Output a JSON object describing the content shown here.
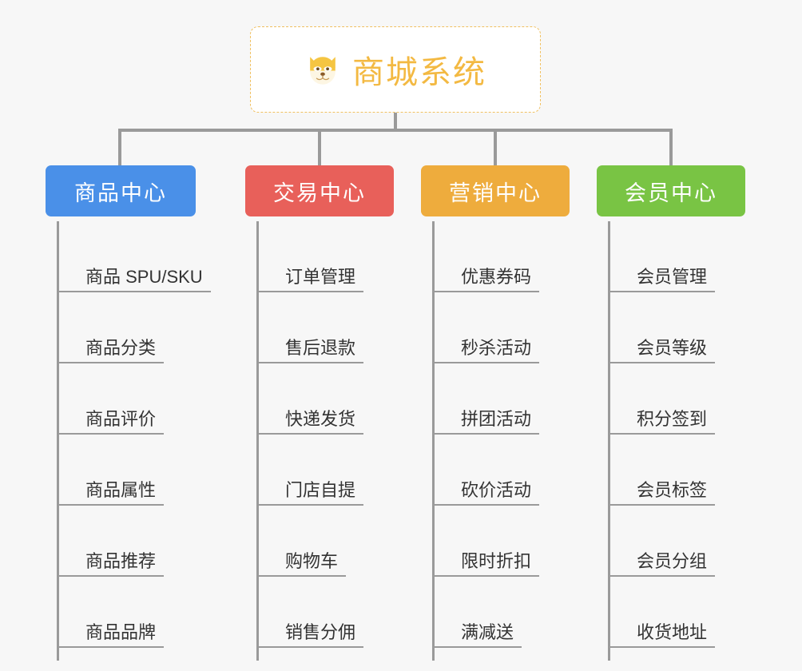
{
  "page": {
    "background": "#f7f7f7",
    "line_color": "#9a9a9a"
  },
  "title": {
    "icon": "dog-face-emoji",
    "text": "商城系统",
    "color": "#f3b942",
    "border_color": "#f0c060",
    "background": "#ffffff"
  },
  "categories": [
    {
      "label": "商品中心",
      "color": "#4a90e8",
      "items": [
        "商品 SPU/SKU",
        "商品分类",
        "商品评价",
        "商品属性",
        "商品推荐",
        "商品品牌"
      ]
    },
    {
      "label": "交易中心",
      "color": "#e8605a",
      "items": [
        "订单管理",
        "售后退款",
        "快递发货",
        "门店自提",
        "购物车",
        "销售分佣"
      ]
    },
    {
      "label": "营销中心",
      "color": "#eeac3d",
      "items": [
        "优惠券码",
        "秒杀活动",
        "拼团活动",
        "砍价活动",
        "限时折扣",
        "满减送"
      ]
    },
    {
      "label": "会员中心",
      "color": "#79c444",
      "items": [
        "会员管理",
        "会员等级",
        "积分签到",
        "会员标签",
        "会员分组",
        "收货地址"
      ]
    }
  ]
}
